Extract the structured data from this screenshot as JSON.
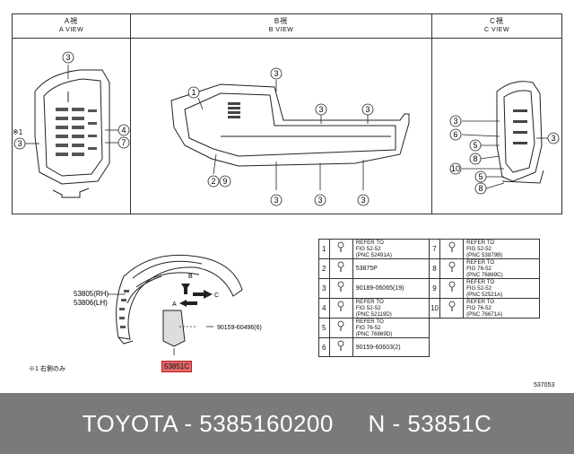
{
  "views": {
    "a": {
      "jp": "A視",
      "en": "A VIEW"
    },
    "b": {
      "jp": "B視",
      "en": "B VIEW"
    },
    "c": {
      "jp": "C視",
      "en": "C VIEW"
    }
  },
  "callouts": {
    "note_mark": "※1",
    "n1": "1",
    "n2": "2",
    "n3": "3",
    "n4": "4",
    "n5": "5",
    "n6": "6",
    "n7": "7",
    "n8": "8",
    "n9": "9",
    "n10": "10"
  },
  "main_diagram": {
    "liner_part": "53805(RH)",
    "liner_part_lh": "53806(LH)",
    "arrow_b": "B",
    "arrow_c": "C",
    "arrow_a": "A",
    "screw_part": "90159-60496(6)",
    "mudguard_part": "53851C",
    "note": "※1 右側のみ"
  },
  "legend": [
    {
      "n1": "1",
      "t1": [
        "REFER TO",
        "FIG 52-52",
        "(PNC 52491A)"
      ],
      "n2": "7",
      "t2": [
        "REFER TO",
        "FIG 52-52",
        "(PNC 53879B)"
      ]
    },
    {
      "n1": "2",
      "t1": [
        "53875P"
      ],
      "n2": "8",
      "t2": [
        "REFER TO",
        "FIG 76-52",
        "(PNC 76869C)"
      ]
    },
    {
      "n1": "3",
      "t1": [
        "90189-06065(19)"
      ],
      "n2": "9",
      "t2": [
        "REFER TO",
        "FIG 52-52",
        "(PNC 52521A)"
      ]
    },
    {
      "n1": "4",
      "t1": [
        "REFER TO",
        "FIG 52-52",
        "(PNC 52119D)"
      ],
      "n2": "10",
      "t2": [
        "REFER TO",
        "FIG 76-52",
        "(PNC 76671A)"
      ]
    },
    {
      "n1": "5",
      "t1": [
        "REFER TO",
        "FIG 76-52",
        "(PNC 76869D)"
      ],
      "n2": "",
      "t2": []
    },
    {
      "n1": "6",
      "t1": [
        "90159-60603(2)"
      ],
      "n2": "",
      "t2": []
    }
  ],
  "figure_code": "537053",
  "footer": "TOYOTA - 5385160200     N - 53851C"
}
